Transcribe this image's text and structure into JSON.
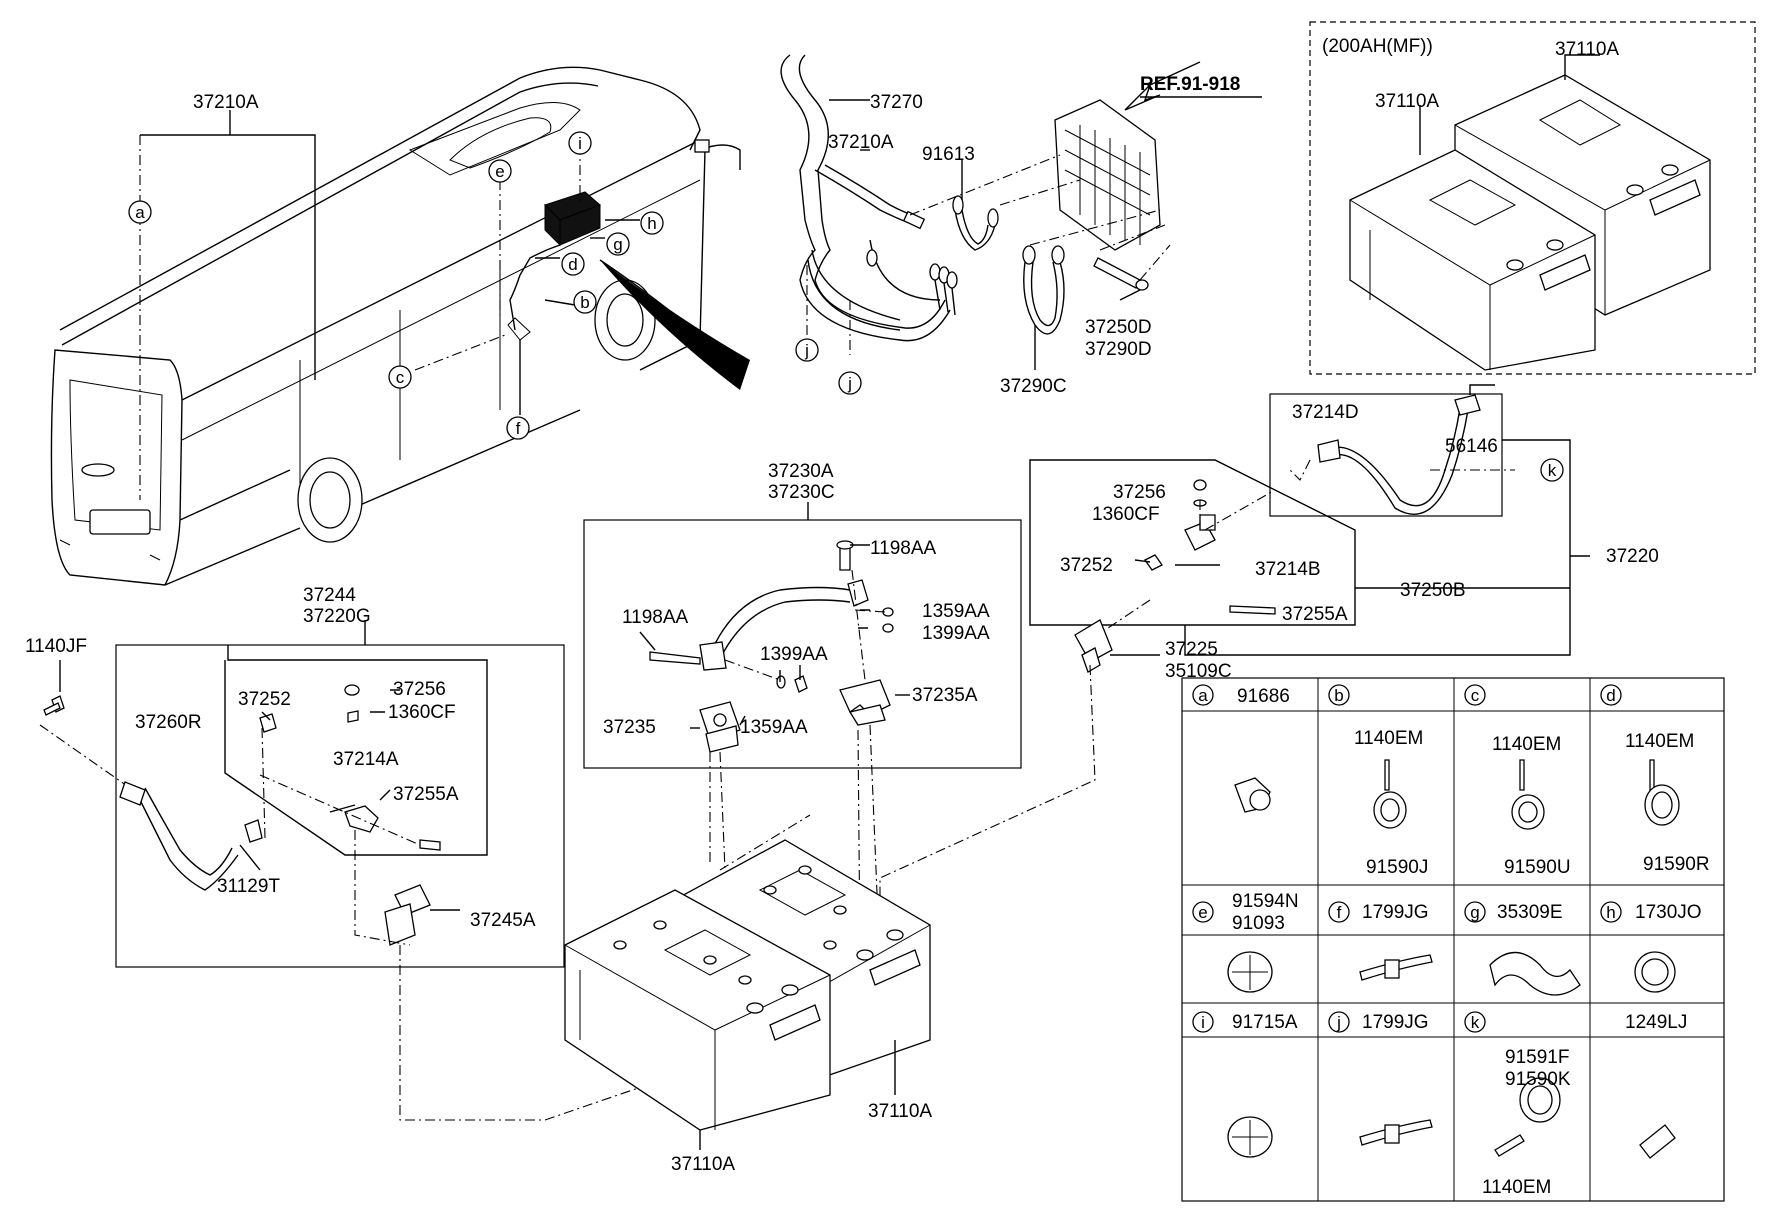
{
  "labels": {
    "bus_main": "37210A",
    "cable_37270": "37270",
    "cable_37210a_b": "37210A",
    "ref": "REF.91-918",
    "p91613": "91613",
    "p37250d": "37250D",
    "p37290d": "37290D",
    "p37290c": "37290C",
    "mf_title": "(200AH(MF))",
    "mf_battery_right": "37110A",
    "mf_battery_left": "37110A",
    "p37214d": "37214D",
    "p56146": "56146",
    "p37256_r": "37256",
    "p1360cf_r": "1360CF",
    "p37252_r": "37252",
    "p37214b": "37214B",
    "p37250b": "37250B",
    "p37255a_r": "37255A",
    "p37220": "37220",
    "p37225": "37225",
    "p35109c": "35109C",
    "p37230a": "37230A",
    "p37230c": "37230C",
    "p1198aa_top": "1198AA",
    "p1198aa_left": "1198AA",
    "p1359aa_r": "1359AA",
    "p1399aa_r": "1399AA",
    "p1399aa_c": "1399AA",
    "p37235": "37235",
    "p1359aa_c": "1359AA",
    "p37235a": "37235A",
    "p37244": "37244",
    "p37220g": "37220G",
    "p1140jf": "1140JF",
    "p37260r": "37260R",
    "p37252_l": "37252",
    "p37256_l": "37256",
    "p1360cf_l": "1360CF",
    "p37214a": "37214A",
    "p37255a_l": "37255A",
    "p31129t": "31129T",
    "p37245a": "37245A",
    "bat_right": "37110A",
    "bat_left": "37110A"
  },
  "callouts": {
    "a": "a",
    "b": "b",
    "c": "c",
    "d": "d",
    "e": "e",
    "f": "f",
    "g": "g",
    "h": "h",
    "i": "i",
    "j": "j",
    "k": "k"
  },
  "table": {
    "row1": [
      {
        "key": "a",
        "head": "91686"
      },
      {
        "key": "b",
        "head": "",
        "top": "1140EM",
        "bottom": "91590J"
      },
      {
        "key": "c",
        "head": "",
        "top": "1140EM",
        "bottom": "91590U"
      },
      {
        "key": "d",
        "head": "",
        "top": "1140EM",
        "bottom": "91590R"
      }
    ],
    "row2": [
      {
        "key": "e",
        "head": "91594N",
        "head2": "91093"
      },
      {
        "key": "f",
        "head": "1799JG"
      },
      {
        "key": "g",
        "head": "35309E"
      },
      {
        "key": "h",
        "head": "1730JO"
      }
    ],
    "row3": [
      {
        "key": "i",
        "head": "91715A"
      },
      {
        "key": "j",
        "head": "1799JG"
      },
      {
        "key": "k",
        "head": "",
        "top": "91591F",
        "top2": "91590K",
        "bottom": "1140EM"
      },
      {
        "key": "",
        "head": "1249LJ"
      }
    ]
  }
}
